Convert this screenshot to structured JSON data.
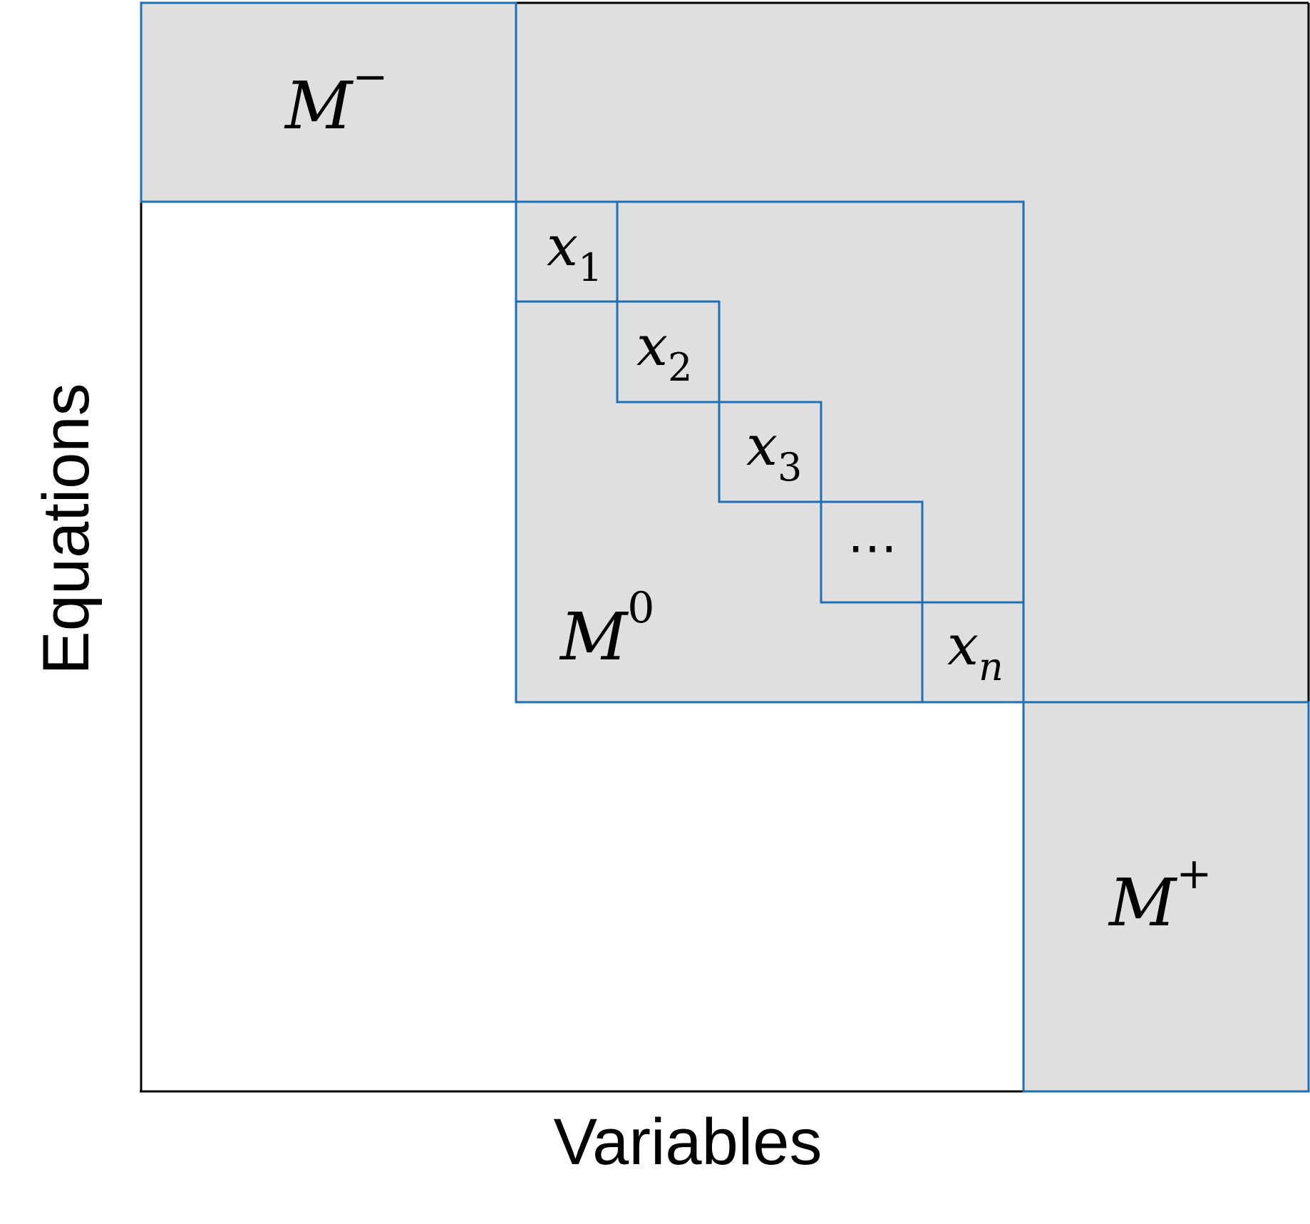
{
  "axes": {
    "x_label": "Variables",
    "y_label": "Equations"
  },
  "blocks": {
    "m_minus": {
      "base": "M",
      "sup": "−"
    },
    "m_zero": {
      "base": "M",
      "sup": "0"
    },
    "m_plus": {
      "base": "M",
      "sup": "+"
    }
  },
  "diagonal": [
    {
      "base": "x",
      "sub": "1"
    },
    {
      "base": "x",
      "sub": "2"
    },
    {
      "base": "x",
      "sub": "3"
    },
    {
      "ellipsis": "⋯"
    },
    {
      "base": "x",
      "sub": "n"
    }
  ],
  "colors": {
    "fill": "#dfdfdf",
    "outline": "#1f6fb5",
    "frame": "#000000"
  }
}
